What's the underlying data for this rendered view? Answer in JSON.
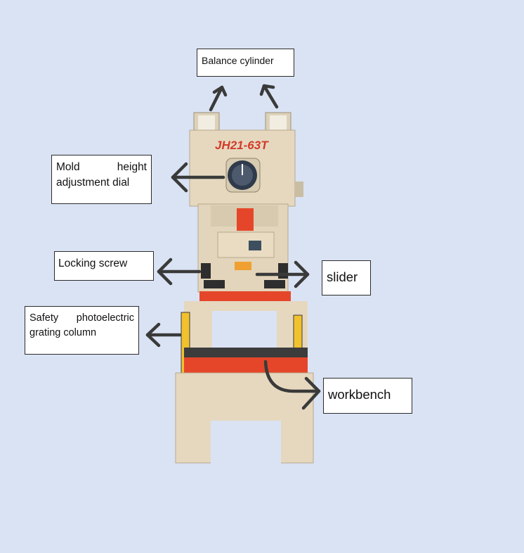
{
  "diagram": {
    "machine_model": "JH21-63T",
    "labels": {
      "balance_cylinder": "Balance cylinder",
      "mold_height_dial": "Mold height adjustment dial",
      "locking_screw": "Locking screw",
      "slider": "slider",
      "safety_grating": "Safety photoelectric grating column",
      "workbench": "workbench"
    }
  },
  "colors": {
    "background": "#dae3f4",
    "machine_body": "#e6d8bf",
    "accent_red": "#e5462a",
    "arrow": "#3a3a3a"
  }
}
